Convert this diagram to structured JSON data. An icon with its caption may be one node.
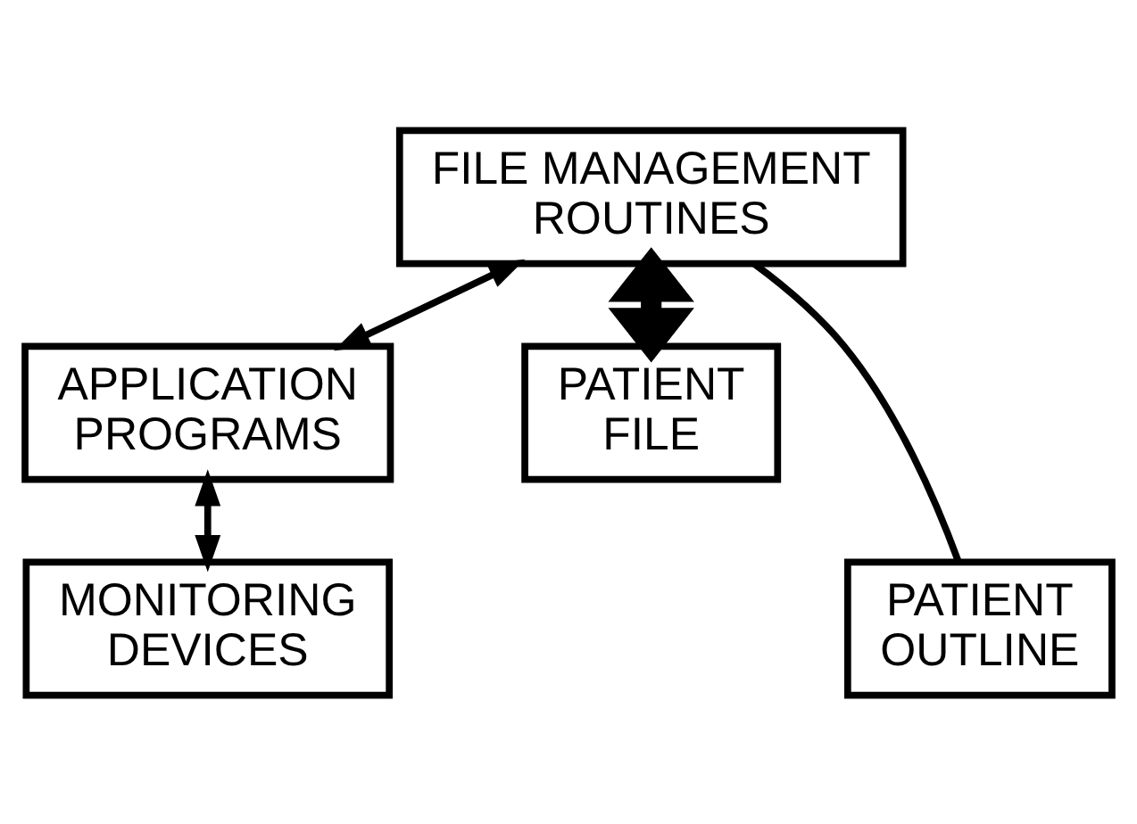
{
  "diagram": {
    "nodes": [
      {
        "text": [
          "FILE MANAGEMENT ROUTINES"
        ]
      },
      {
        "text": [
          "APPLICATION PROGRAMS"
        ]
      },
      {
        "text": [
          "PATIENT FILE"
        ]
      },
      {
        "text": [
          "MONITORING DEVICES"
        ]
      },
      {
        "text": [
          "PATIENT OUTLINE"
        ]
      }
    ],
    "edges": [
      {
        "from": 0,
        "to": 1,
        "arrow": "both"
      },
      {
        "from": 0,
        "to": 2,
        "arrow": "both",
        "style": "thick"
      },
      {
        "from": 1,
        "to": 3,
        "arrow": "both"
      },
      {
        "from": 0,
        "to": 4,
        "arrow": "none"
      }
    ]
  }
}
